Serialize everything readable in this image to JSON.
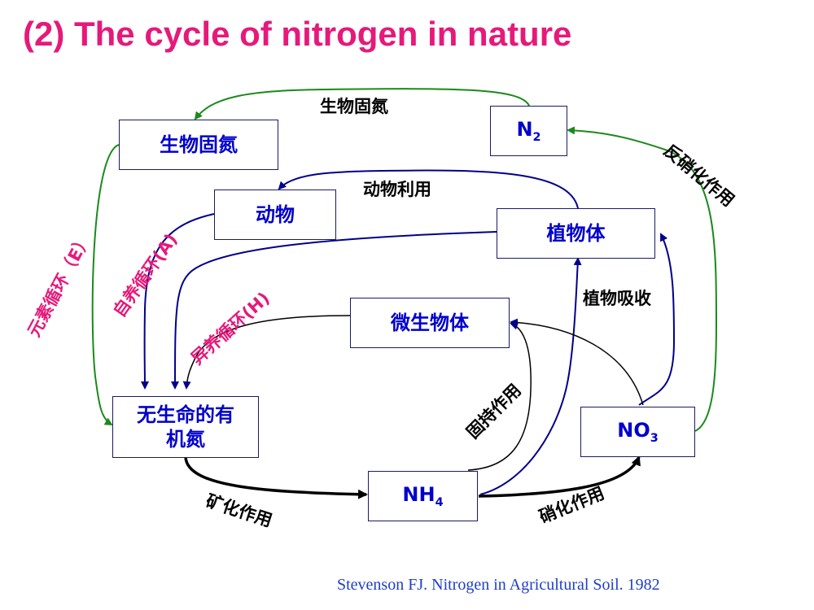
{
  "title": "(2) The cycle of nitrogen in nature",
  "nodes": {
    "bio_fix_box": "生物固氮",
    "n2_main": "N",
    "n2_sub": "2",
    "animal": "动物",
    "plant": "植物体",
    "microbe": "微生物体",
    "nonliving_line1": "无生命的有",
    "nonliving_line2": "机氮",
    "nh4_main": "NH",
    "nh4_sub": "4",
    "no3_main": "NO",
    "no3_sub": "3"
  },
  "edge_labels": {
    "bio_fixation": "生物固氮",
    "animal_use": "动物利用",
    "plant_uptake": "植物吸收",
    "denitrification": "反硝化作用",
    "immobilization": "固持作用",
    "mineralization": "矿化作用",
    "nitrification": "硝化作用"
  },
  "cycle_labels": {
    "elemental": "元素循环（E）",
    "autotrophic": "自养循环(A)",
    "heterotrophic": "异养循环(H)"
  },
  "colors": {
    "title": "#e6197a",
    "green_arrows": "#1a8a1a",
    "blue_arrows": "#00008b",
    "black_arrows": "#000000",
    "box_text": "#0000cc",
    "cycle_label": "#e6197a"
  },
  "citation": "Stevenson FJ. Nitrogen in Agricultural Soil. 1982"
}
